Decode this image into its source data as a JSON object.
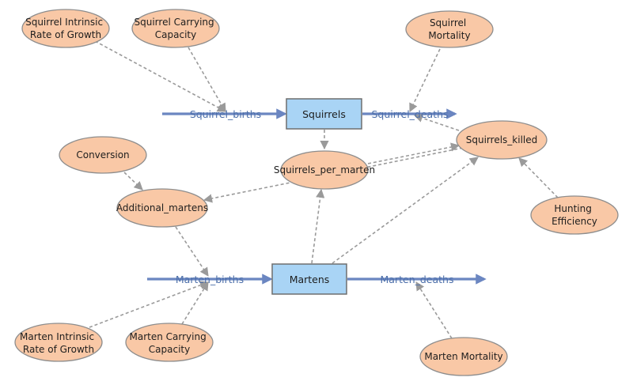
{
  "diagram": {
    "stocks": {
      "squirrels": "Squirrels",
      "martens": "Martens"
    },
    "flows": {
      "squirrel_births": "Squirrel_births",
      "squirrel_deaths": "Squirrel_deaths",
      "marten_births": "Marten_births",
      "marten_deaths": "Marten_deaths"
    },
    "variables": {
      "squirrel_growth": [
        "Squirrel Intrinsic",
        "Rate of Growth"
      ],
      "squirrel_capacity": [
        "Squirrel Carrying",
        "Capacity"
      ],
      "squirrel_mortality": [
        "Squirrel",
        "Mortality"
      ],
      "conversion": [
        "Conversion"
      ],
      "squirrels_per_marten": [
        "Squirrels_per_marten"
      ],
      "squirrels_killed": [
        "Squirrels_killed"
      ],
      "additional_martens": [
        "Additional_martens"
      ],
      "hunting_efficiency": [
        "Hunting",
        "Efficiency"
      ],
      "marten_growth": [
        "Marten Intrinsic",
        "Rate of Growth"
      ],
      "marten_capacity": [
        "Marten Carrying",
        "Capacity"
      ],
      "marten_mortality": [
        "Marten Mortality"
      ]
    },
    "colors": {
      "variable_fill": "#f9c8a6",
      "stock_fill": "#a9d4f5",
      "flow": "#6b86c1",
      "link": "#9a9a9a"
    }
  }
}
